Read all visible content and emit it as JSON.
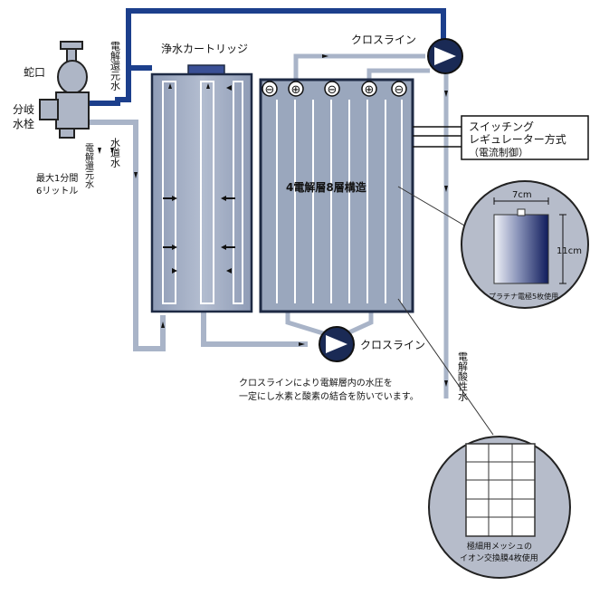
{
  "labels": {
    "faucet": "蛇口",
    "branch_valve_line1": "分岐",
    "branch_valve_line2": "水栓",
    "flow_note_line1": "最大1分間",
    "flow_note_line2": "6リットル",
    "electrolyzed_reduced_water_top": "電解還元水",
    "electrolyzed_reduced_water_left": "電解還元水",
    "tap_water": "水道水",
    "cartridge": "浄水カートリッジ",
    "cross_line_top": "クロスライン",
    "cross_line_bottom": "クロスライン",
    "regulator_line1": "スイッチング",
    "regulator_line2": "レギュレーター方式",
    "regulator_line3": "（電流制御）",
    "electrolysis_structure": "4電解層8層構造",
    "electrode_width": "7cm",
    "electrode_height": "11cm",
    "electrode_caption": "プラチナ電極5枚使用",
    "acidic_water": "電解酸性水",
    "note_line1": "クロスラインにより電解層内の水圧を",
    "note_line2": "一定にし水素と酸素の結合を防いでいます。",
    "mesh_caption_line1": "極細用メッシュの",
    "mesh_caption_line2": "イオン交換膜4枚使用"
  },
  "electrode_signs": [
    "⊖",
    "⊕",
    "⊖",
    "⊕",
    "⊖"
  ],
  "colors": {
    "pipe_blue": "#1c3f8c",
    "pipe_gray": "#a9b4c8",
    "cell_fill": "#9aa7bd",
    "frame_dark": "#1e2a44",
    "pump_fill": "#1a2a55",
    "circle_fill": "#b6bcca"
  }
}
